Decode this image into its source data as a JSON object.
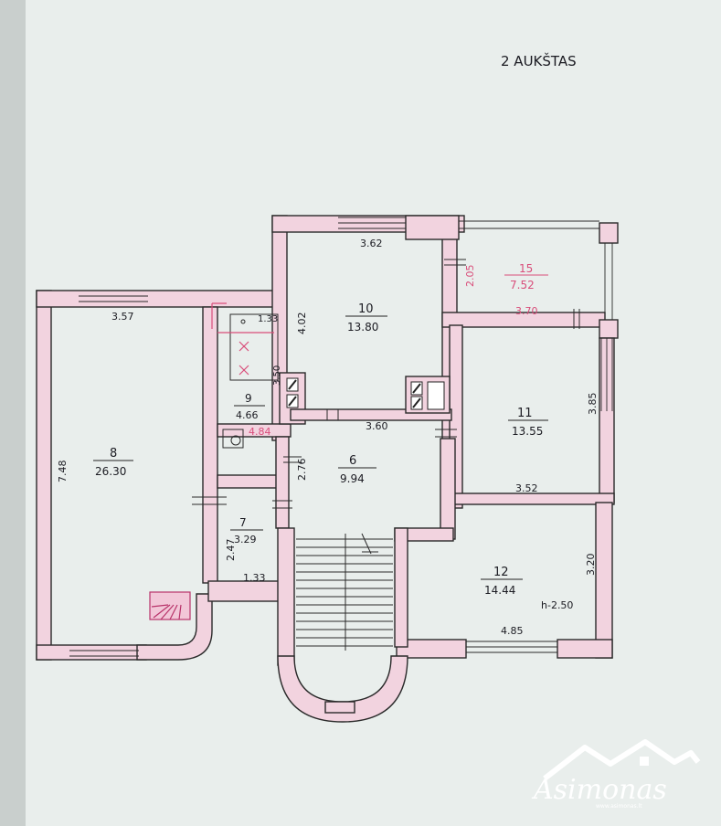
{
  "plan": {
    "title": "2 AUKŠTAS",
    "rooms": [
      {
        "id": "8",
        "area": "26.30",
        "dims": [
          "3.57",
          "7.48"
        ]
      },
      {
        "id": "7",
        "area": "3.29",
        "dims": [
          "2.47",
          "1.33"
        ]
      },
      {
        "id": "9",
        "area": "4.66",
        "dims": [
          "1.33",
          "3.50"
        ],
        "note": "4.84"
      },
      {
        "id": "10",
        "area": "13.80",
        "dims": [
          "3.62",
          "4.02"
        ]
      },
      {
        "id": "15",
        "area": "7.52",
        "dims": [
          "2.05",
          "3.70"
        ]
      },
      {
        "id": "11",
        "area": "13.55",
        "dims": [
          "3.85",
          "3.52"
        ]
      },
      {
        "id": "6",
        "area": "9.94",
        "dims": [
          "3.60",
          "2.76"
        ]
      },
      {
        "id": "12",
        "area": "14.44",
        "dims": [
          "4.85",
          "3.20"
        ],
        "height": "h-2.50"
      }
    ]
  },
  "watermark": {
    "brand": "Asimonas",
    "sub": "www.asimonas.lt"
  },
  "colors": {
    "paper": "#e9eeec",
    "wall_fill": "#f2d3df",
    "ink": "#1b1b22",
    "pink_ink": "#d94d7a"
  }
}
